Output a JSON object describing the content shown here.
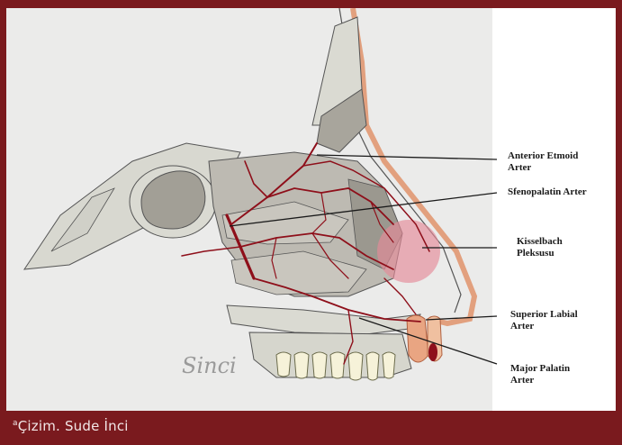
{
  "caption": {
    "marker": "a",
    "text": "Çizim. Sude İnci"
  },
  "signature": "Sinci",
  "labels": {
    "anterior_etmoid": [
      "Anterior Etmoid",
      "Arter"
    ],
    "sfenopalatin": [
      "Sfenopalatin Arter"
    ],
    "kisselbach": [
      "Kisselbach",
      "Pleksusu"
    ],
    "superior_labial": [
      "Superior Labial",
      "Arter"
    ],
    "major_palatin": [
      "Major Palatin",
      "Arter"
    ]
  },
  "colors": {
    "frame": "#7a1a1e",
    "paper": "#ececec",
    "bone": "#d9d9d2",
    "sinus": "#a5a29a",
    "artery": "#8e0f1a",
    "plexus": "#e58a98",
    "skin": "#e9a582"
  }
}
